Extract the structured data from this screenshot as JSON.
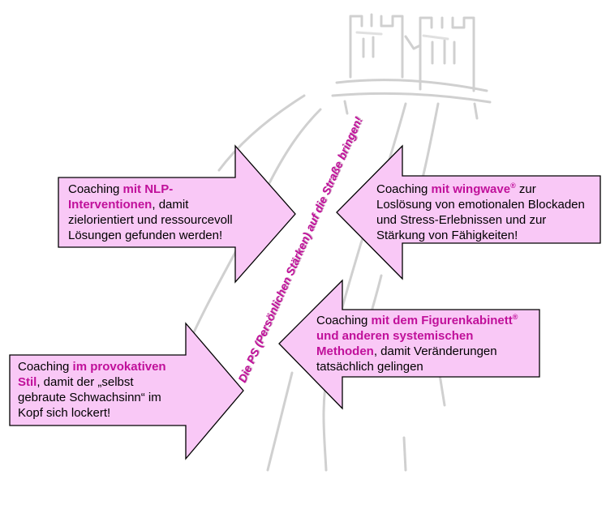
{
  "colors": {
    "arrow_fill": "#f9c8f6",
    "arrow_stroke": "#000000",
    "accent": "#c0109a",
    "sketch": "#cfcfcf"
  },
  "illustration": "sketch-castle-road-icon",
  "center_label": "Die PS (Persönlichen Stärken) auf die Straße bringen!",
  "arrows": [
    {
      "id": "nlp",
      "pre": "Coaching ",
      "hl": "mit NLP-Interventionen",
      "post": ", damit zielorientiert und ressourcevoll Lösungen gefunden werden!"
    },
    {
      "id": "wingwave",
      "pre": "Coaching ",
      "hl": "mit wingwave",
      "reg": "®",
      "post": " zur Loslösung von emotionalen Blockaden und Stress-Erlebnissen und zur Stärkung von Fähigkeiten!"
    },
    {
      "id": "figuren",
      "pre": "Coaching ",
      "hl1": "mit dem Figurenkabinett",
      "reg": "®",
      "hl2": " und anderen systemischen Methoden",
      "post": ", damit Veränderungen tatsächlich gelingen"
    },
    {
      "id": "provokativ",
      "pre": "Coaching ",
      "hl": "im provokativen Stil",
      "post": ", damit der „selbst gebraute Schwachsinn“ im Kopf sich lockert!"
    }
  ]
}
